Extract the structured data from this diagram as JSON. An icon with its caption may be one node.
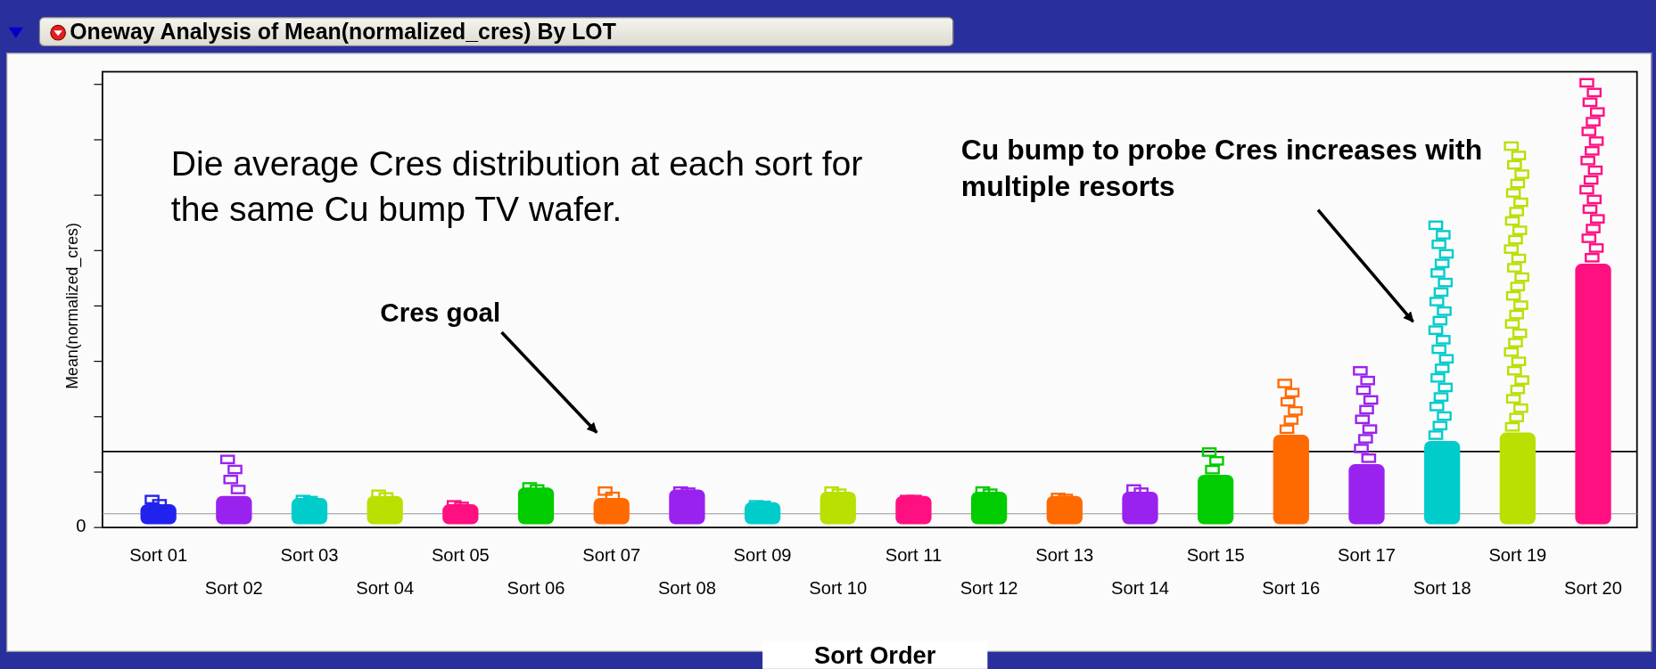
{
  "diagram": {
    "title": "Oneway Analysis of Mean(normalized_cres) By LOT",
    "nodes": [
      {
        "text": [
          "Cres goal"
        ]
      },
      {
        "text": [
          "Cu bump to probe Cres increases with multiple resorts"
        ]
      }
    ],
    "edges": [
      {
        "from": 0,
        "to": null,
        "arrow": "to"
      },
      {
        "from": 1,
        "to": null,
        "arrow": "to"
      }
    ],
    "labels": [
      "Mean(normalized_cres)",
      "0",
      "Die average Cres distribution at each sort for the same Cu bump TV wafer.",
      "Sort 01",
      "Sort 02",
      "Sort 03",
      "Sort 04",
      "Sort 05",
      "Sort 06",
      "Sort 07",
      "Sort 08",
      "Sort 09",
      "Sort 10",
      "Sort 11",
      "Sort 12",
      "Sort 13",
      "Sort 14",
      "Sort 15",
      "Sort 16",
      "Sort 17",
      "Sort 18",
      "Sort 19",
      "Sort 20",
      "Sort Order"
    ]
  }
}
